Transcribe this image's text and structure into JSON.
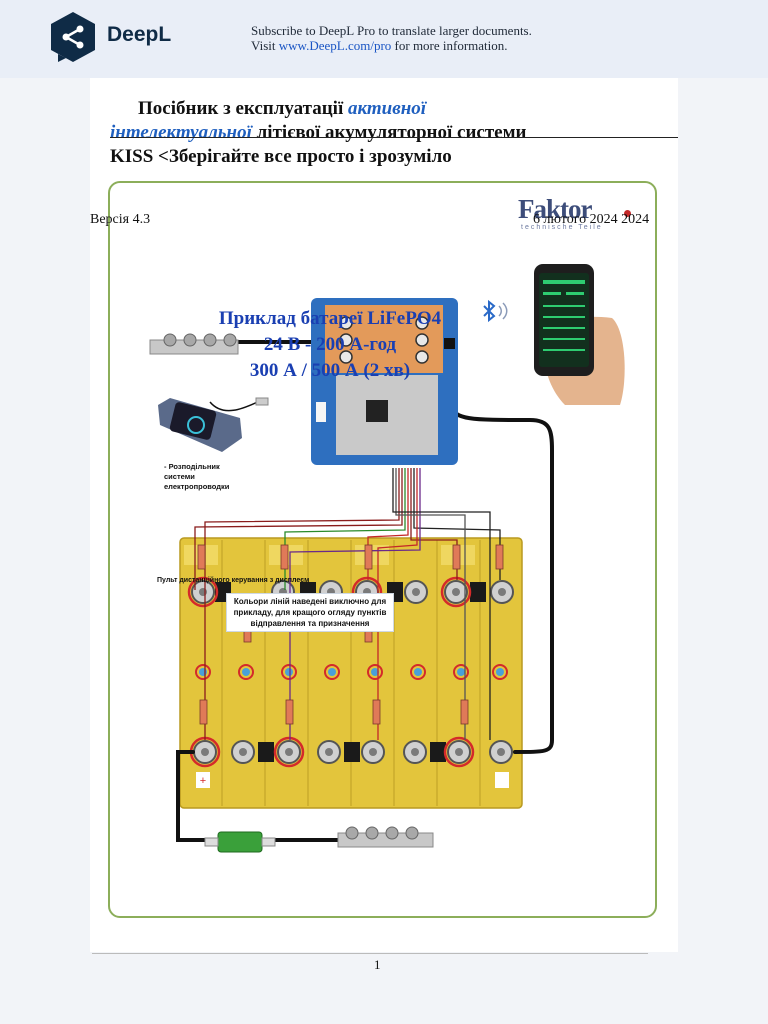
{
  "banner": {
    "brand": "DeepL",
    "promo_line1": "Subscribe to DeepL Pro to translate larger documents.",
    "promo_prefix": "Visit ",
    "promo_link": "www.DeepL.com/pro",
    "promo_suffix": " for more information."
  },
  "document": {
    "title_1": "Посібник з експлуатації ",
    "title_hl_1": "активної",
    "title_hl_2": "інтелектуальної",
    "title_2": " літієвої акумуляторної системи KISS        <Зберігайте все просто і зрозуміло",
    "version": "Версія 4.3",
    "date": "6 лютого 2024 2024",
    "page_number": "1"
  },
  "logo": {
    "name": "Faktor",
    "sub": "technische Teile"
  },
  "diagram": {
    "title_1": "Приклад батареї LiFePO4",
    "title_2": "24 В - 200 А-год",
    "title_3": "300 А / 500 А (2 хв)",
    "note": "Кольори ліній наведені виключно для прикладу, для кращого огляду пунктів відправлення та призначення",
    "remote": "Пульт дистанційного керування з дисплеєм",
    "distributor_1": "- Розподільник",
    "distributor_2": "системи",
    "distributor_3": "електропроводки",
    "bluetooth_icon": "bluetooth-icon",
    "phone_icon": "smartphone-icon",
    "fuse_icon": "fuse-icon"
  }
}
